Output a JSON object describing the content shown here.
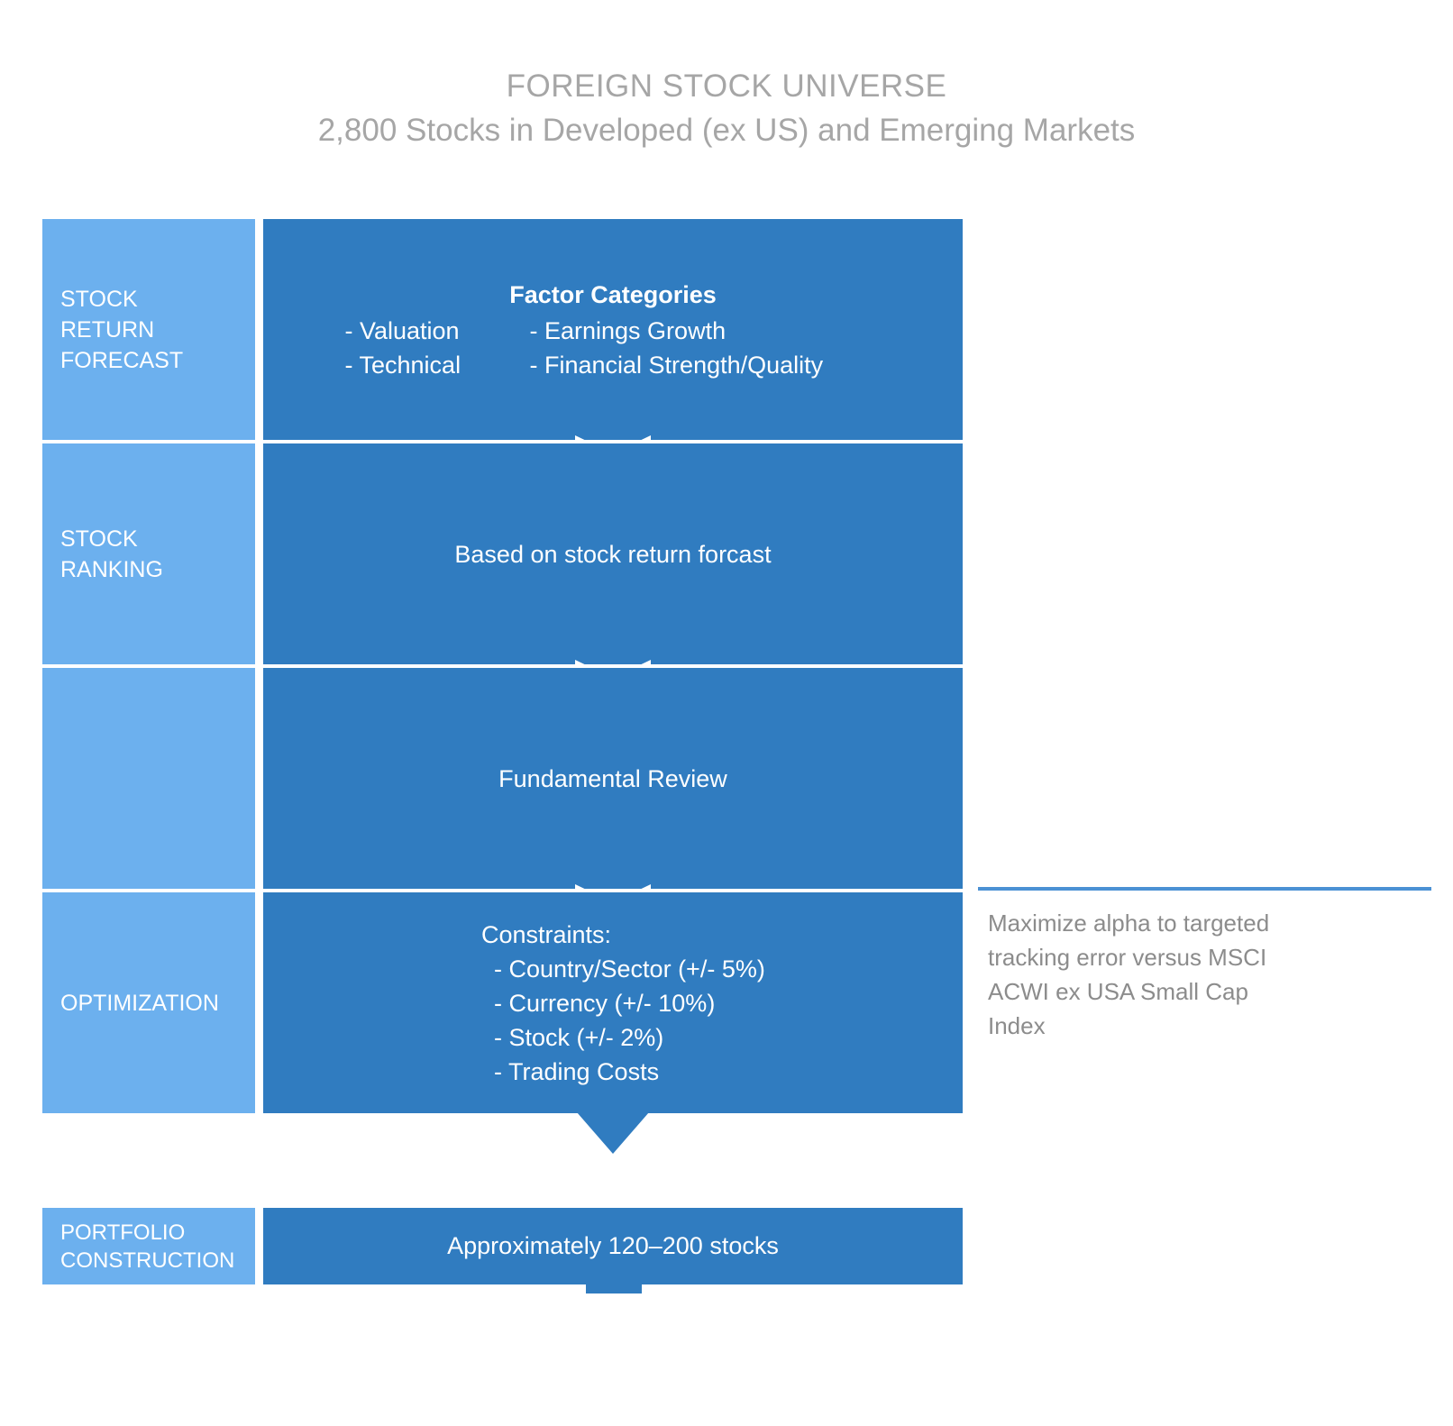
{
  "title": {
    "line1": "FOREIGN STOCK UNIVERSE",
    "line2": "2,800 Stocks in Developed (ex US) and Emerging Markets",
    "color": "#a6a6a6"
  },
  "colors": {
    "stage_label_bg": "#6cb0ee",
    "content_bg": "#307cc0",
    "annotation_rule": "#4b91d4",
    "annotation_text": "#8c8c8c",
    "page_bg": "#ffffff",
    "text_on_blue": "#ffffff"
  },
  "stages": [
    {
      "key": "forecast",
      "label": "STOCK\nRETURN\nFORECAST"
    },
    {
      "key": "ranking",
      "label": "STOCK\nRANKING"
    },
    {
      "key": "blank",
      "label": ""
    },
    {
      "key": "optimization",
      "label": "OPTIMIZATION"
    },
    {
      "key": "portfolio",
      "label": "PORTFOLIO\nCONSTRUCTION"
    }
  ],
  "content": {
    "forecast": {
      "heading": "Factor Categories",
      "items_left": [
        "- Valuation",
        "- Technical"
      ],
      "items_right": [
        "- Earnings Growth",
        "- Financial Strength/Quality"
      ]
    },
    "ranking": {
      "text": "Based on stock return forcast"
    },
    "review": {
      "text": "Fundamental Review"
    },
    "optimization": {
      "heading": "Constraints:",
      "items": [
        "- Country/Sector (+/- 5%)",
        "- Currency (+/- 10%)",
        "- Stock (+/- 2%)",
        "- Trading Costs"
      ]
    },
    "portfolio": {
      "text": "Approximately 120–200 stocks"
    }
  },
  "annotation": {
    "text": "Maximize alpha to targeted tracking error versus MSCI ACWI ex USA Small Cap Index"
  }
}
